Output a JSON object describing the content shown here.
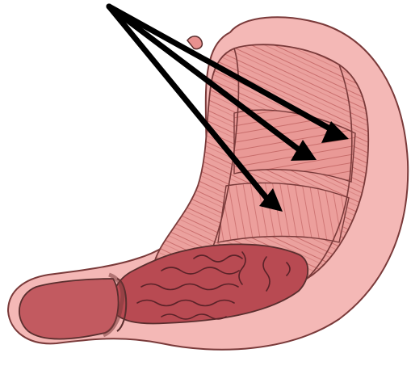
{
  "diagram": {
    "subject": "stomach-cutaway",
    "arrow_count": 3,
    "colors": {
      "outer_wall": "#f4b8b6",
      "muscle_layer": "#e8918f",
      "mucosa": "#b8474f",
      "outline": "#5a2e2e",
      "arrow": "#000000",
      "background": "#ffffff"
    },
    "icons": [
      "stomach-illustration",
      "pointer-arrow"
    ]
  }
}
